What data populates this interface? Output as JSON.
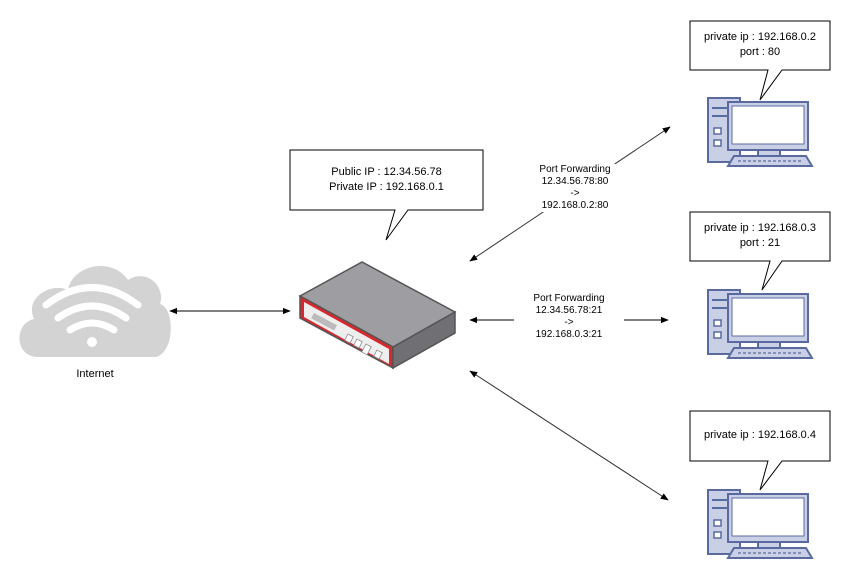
{
  "internet": {
    "label": "Internet",
    "icon": "cloud-wifi-icon"
  },
  "router": {
    "icon": "router-icon",
    "public_ip": "Public IP : 12.34.56.78",
    "private_ip": "Private IP : 192.168.0.1",
    "accent_color": "#d9272e"
  },
  "computers": [
    {
      "icon": "desktop-computer-icon",
      "ip": "private ip : 192.168.0.2",
      "port": "port : 80"
    },
    {
      "icon": "desktop-computer-icon",
      "ip": "private ip : 192.168.0.3",
      "port": "port : 21"
    },
    {
      "icon": "desktop-computer-icon",
      "ip": "private ip : 192.168.0.4"
    }
  ],
  "forwards": [
    {
      "title": "Port Forwarding",
      "from": "12.34.56.78:80",
      "arrow": "->",
      "to": "192.168.0.2:80"
    },
    {
      "title": "Port Forwarding",
      "from": "12.34.56.78:21",
      "arrow": "->",
      "to": "192.168.0.3:21"
    }
  ],
  "colors": {
    "cloud": "#d3d3d3",
    "computer_fill": "#c9d0e6",
    "computer_stroke": "#5a6aa0",
    "connector": "#333333"
  }
}
